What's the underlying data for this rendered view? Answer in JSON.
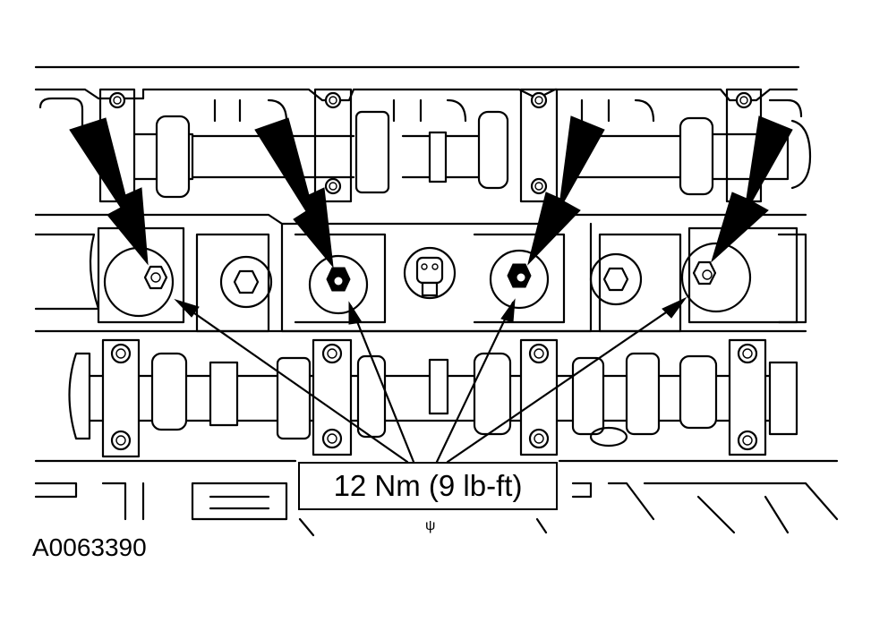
{
  "callout": {
    "torque_text": "12 Nm (9 lb-ft)"
  },
  "figure": {
    "id": "A0063390",
    "small_mark": "ψ"
  },
  "fasteners_called_out": 4,
  "colors": {
    "ink": "#000000",
    "paper": "#ffffff"
  }
}
